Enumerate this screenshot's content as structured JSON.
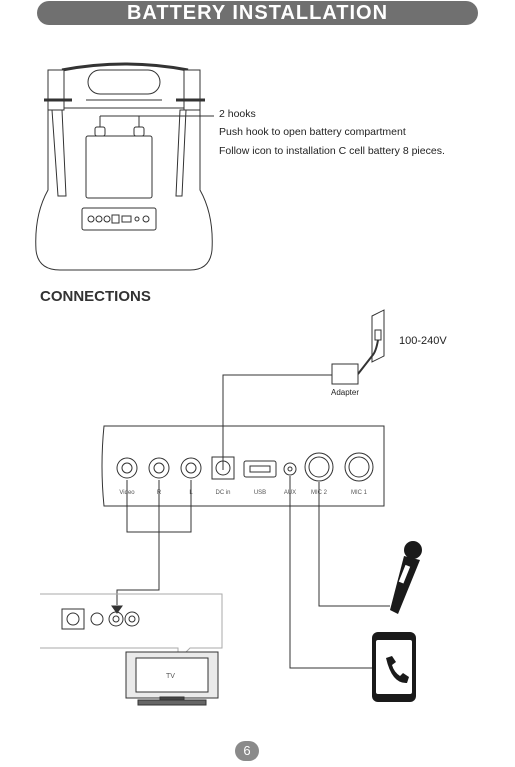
{
  "header": {
    "title": "BATTERY INSTALLATION"
  },
  "battery": {
    "hooks_label": "2 hooks",
    "instruction_1": "Push hook to open battery compartment",
    "instruction_2": "Follow icon to installation C cell battery 8 pieces."
  },
  "connections": {
    "title": "CONNECTIONS",
    "power_label": "100-240V",
    "adapter_label": "Adapter",
    "ports": [
      "Video",
      "R",
      "L",
      "DC in",
      "USB",
      "AUX",
      "MIC 2",
      "MIC 1"
    ],
    "tv_screen_label": "TV"
  },
  "footer": {
    "page_number": "6"
  }
}
